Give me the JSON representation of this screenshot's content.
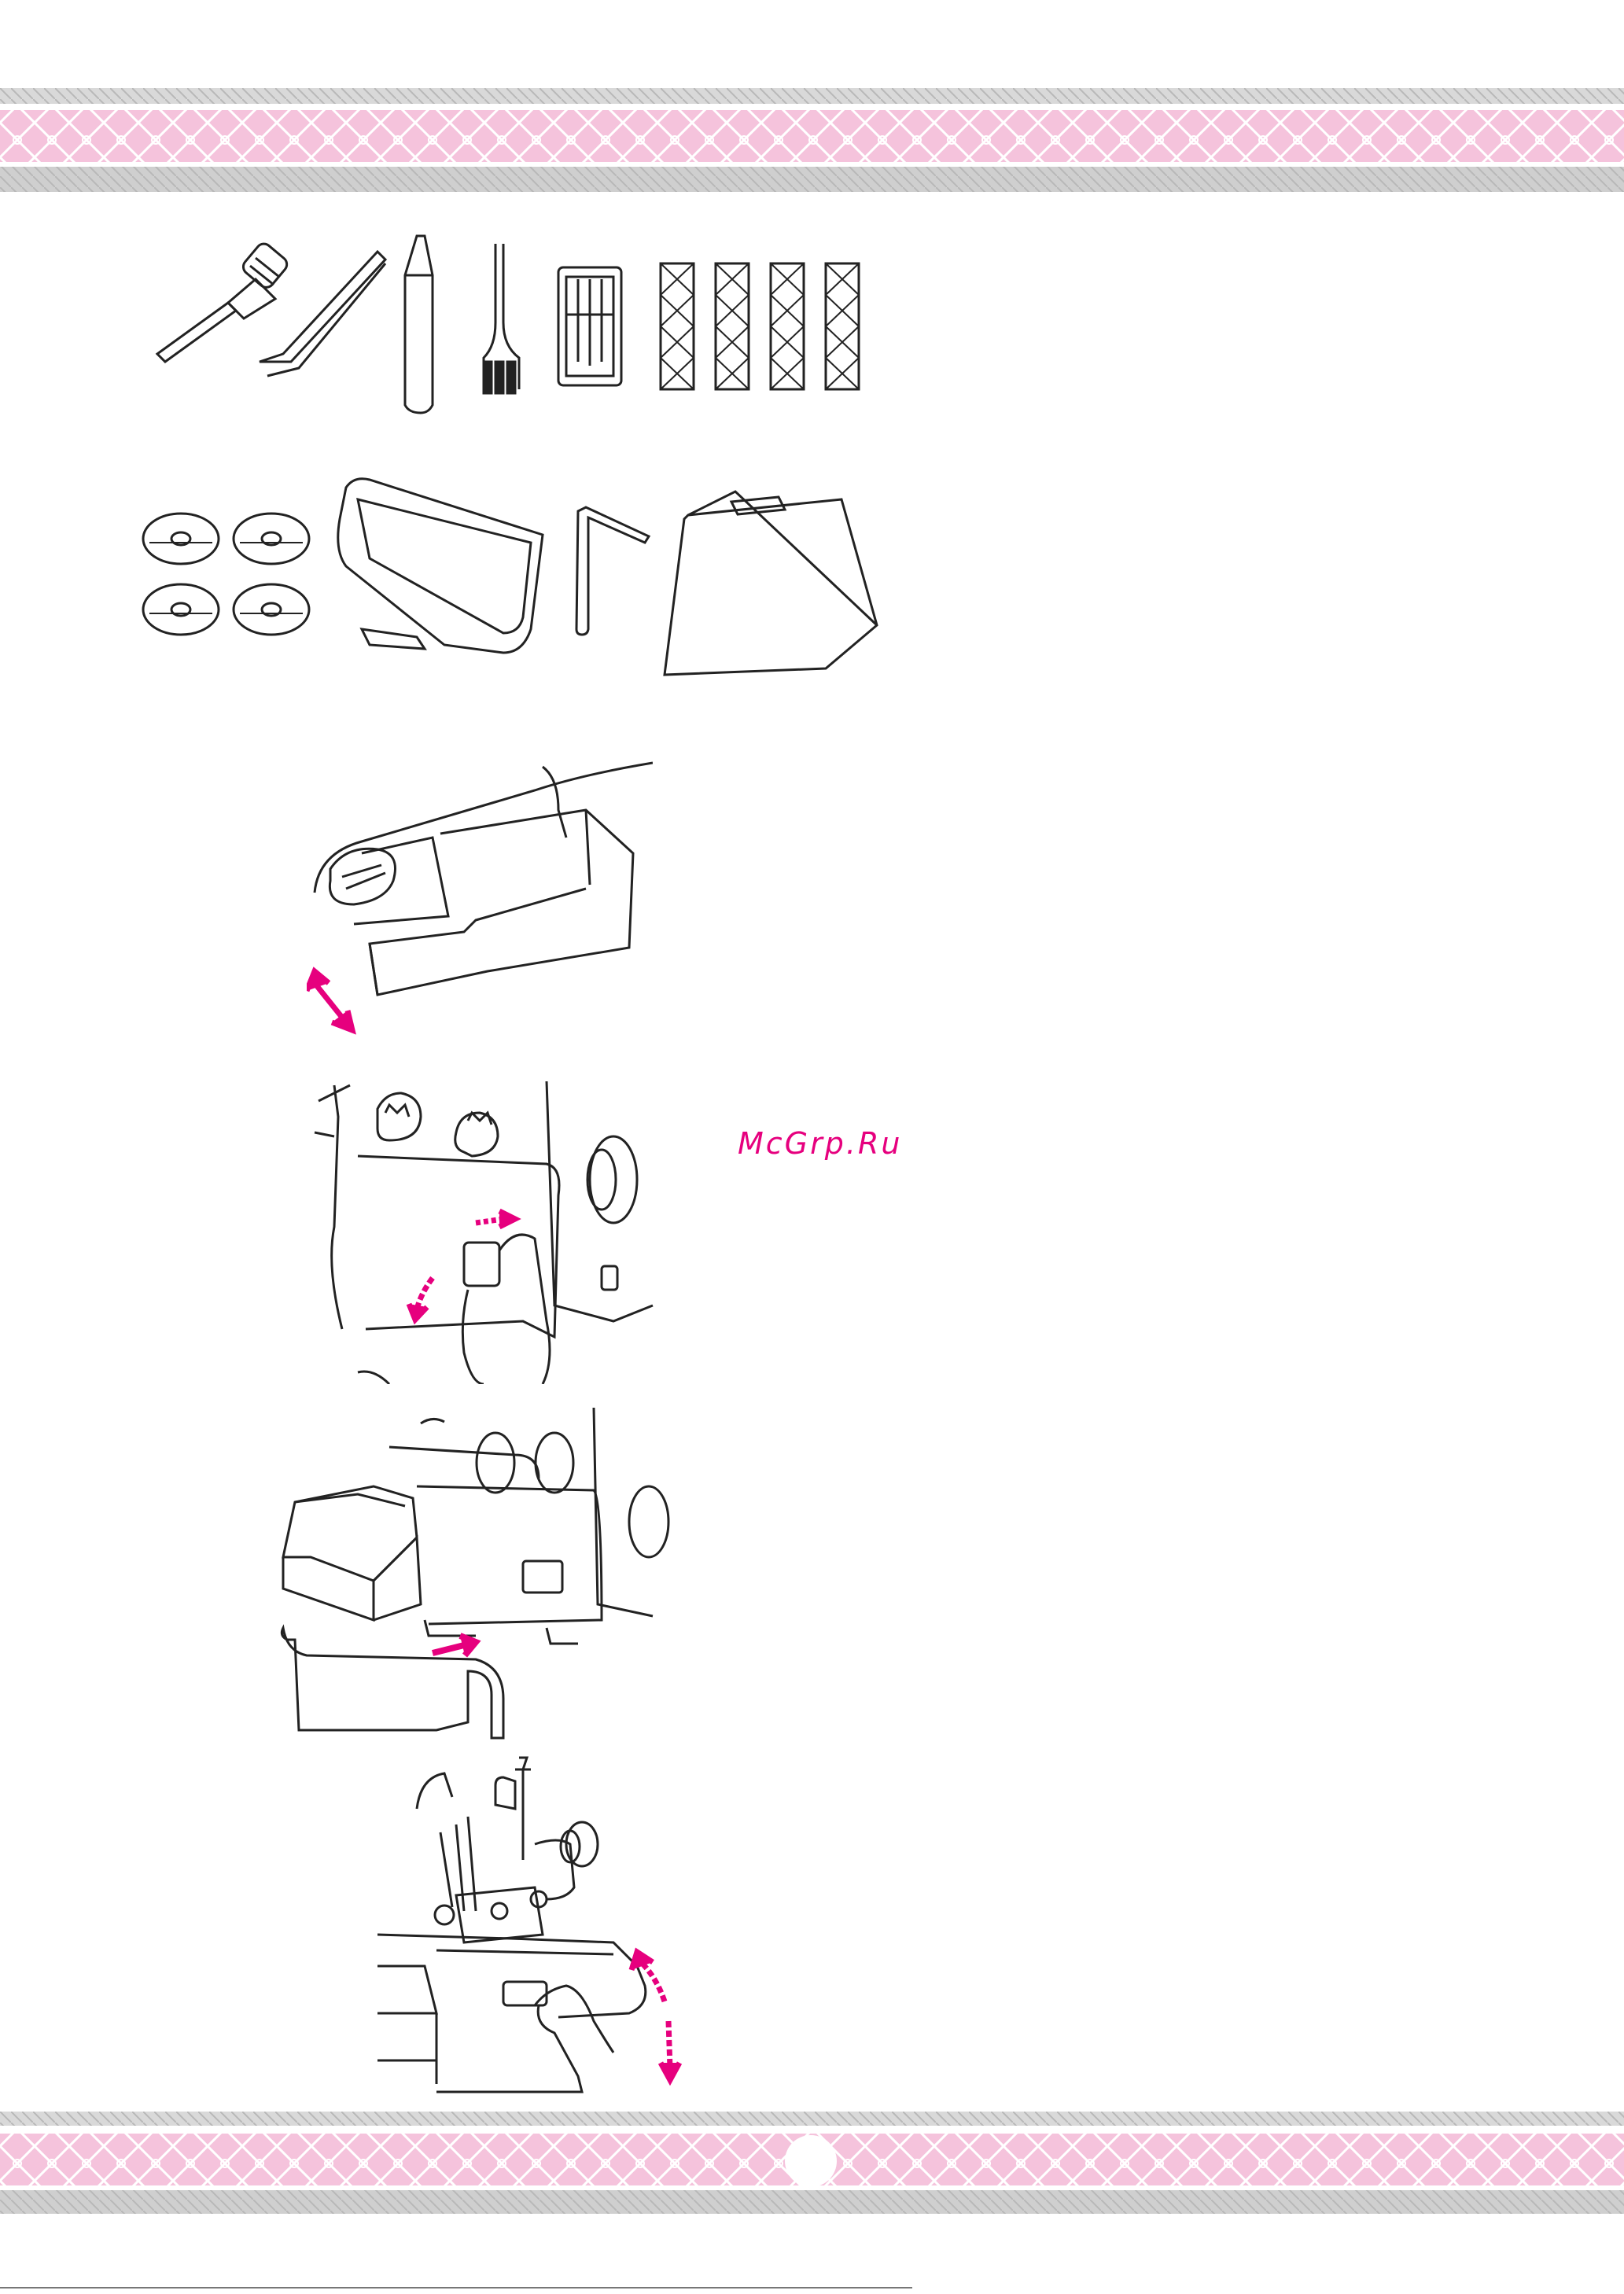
{
  "page": {
    "watermark": "McGrp.Ru",
    "accent_color": "#e6007e",
    "band_pink": "#f5c3dc",
    "band_gray": "#cfcfcf"
  },
  "figures": [
    {
      "name": "accessories-tools",
      "icons": [
        "screwdriver-icon",
        "tweezers-icon",
        "oiler-icon",
        "brush-icon",
        "needle-pack-icon",
        "net-icon"
      ]
    },
    {
      "name": "accessories-parts",
      "icons": [
        "spool-cap-icon",
        "trim-bin-icon",
        "hex-key-icon",
        "cone-stand-icon"
      ]
    },
    {
      "name": "trim-bin-attach"
    },
    {
      "name": "side-cover-open"
    },
    {
      "name": "trim-bin-slide-in"
    },
    {
      "name": "presser-foot-lever"
    }
  ]
}
